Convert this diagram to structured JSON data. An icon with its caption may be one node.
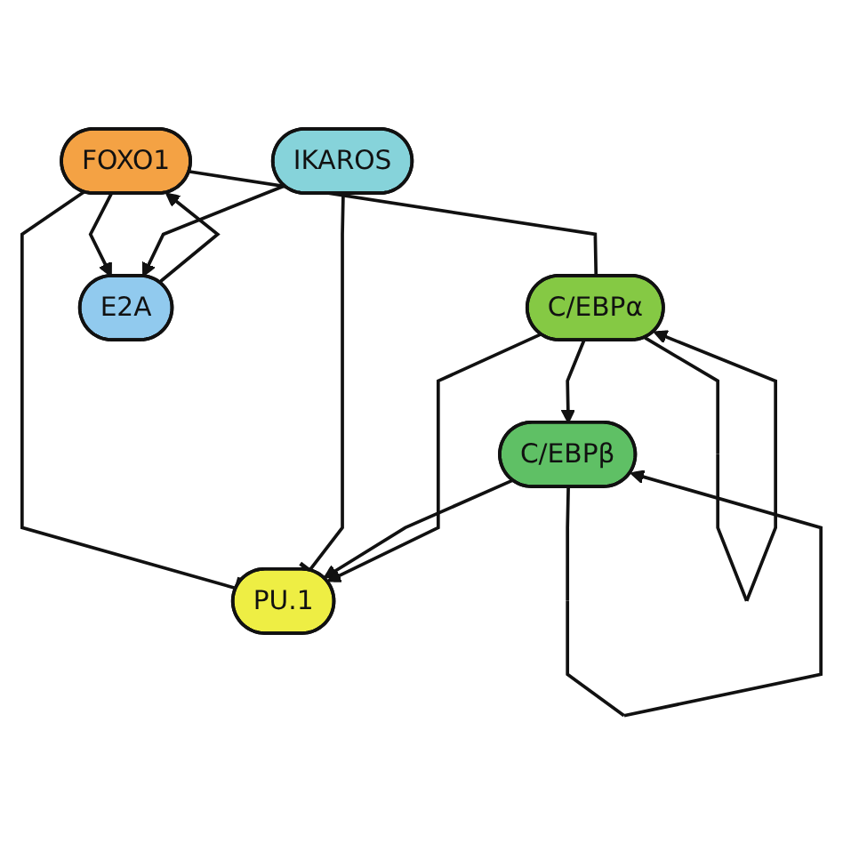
{
  "diagram": {
    "nodes": [
      {
        "text": [
          "FOXO1"
        ]
      },
      {
        "text": [
          "C/EBPβ"
        ]
      },
      {
        "text": [
          "IKAROS"
        ]
      },
      {
        "text": [
          "C/EBPα"
        ]
      },
      {
        "text": [
          "E2A"
        ]
      },
      {
        "text": [
          "PU.1"
        ]
      }
    ],
    "edges": [
      {
        "from": 1,
        "to": 1,
        "arrow": "to"
      },
      {
        "from": 3,
        "to": 3,
        "arrow": "to"
      },
      {
        "from": 0,
        "to": 3,
        "arrow": "other"
      },
      {
        "from": 0,
        "to": 5,
        "arrow": "other"
      },
      {
        "from": 4,
        "to": 0,
        "arrow": "to"
      },
      {
        "from": 0,
        "to": 4,
        "arrow": "to"
      },
      {
        "from": 2,
        "to": 5,
        "arrow": "other"
      },
      {
        "from": 2,
        "to": 4,
        "arrow": "to"
      },
      {
        "from": 1,
        "to": 5,
        "arrow": "to"
      },
      {
        "from": 3,
        "to": 1,
        "arrow": "to"
      },
      {
        "from": 3,
        "to": 5,
        "arrow": "to"
      }
    ]
  }
}
